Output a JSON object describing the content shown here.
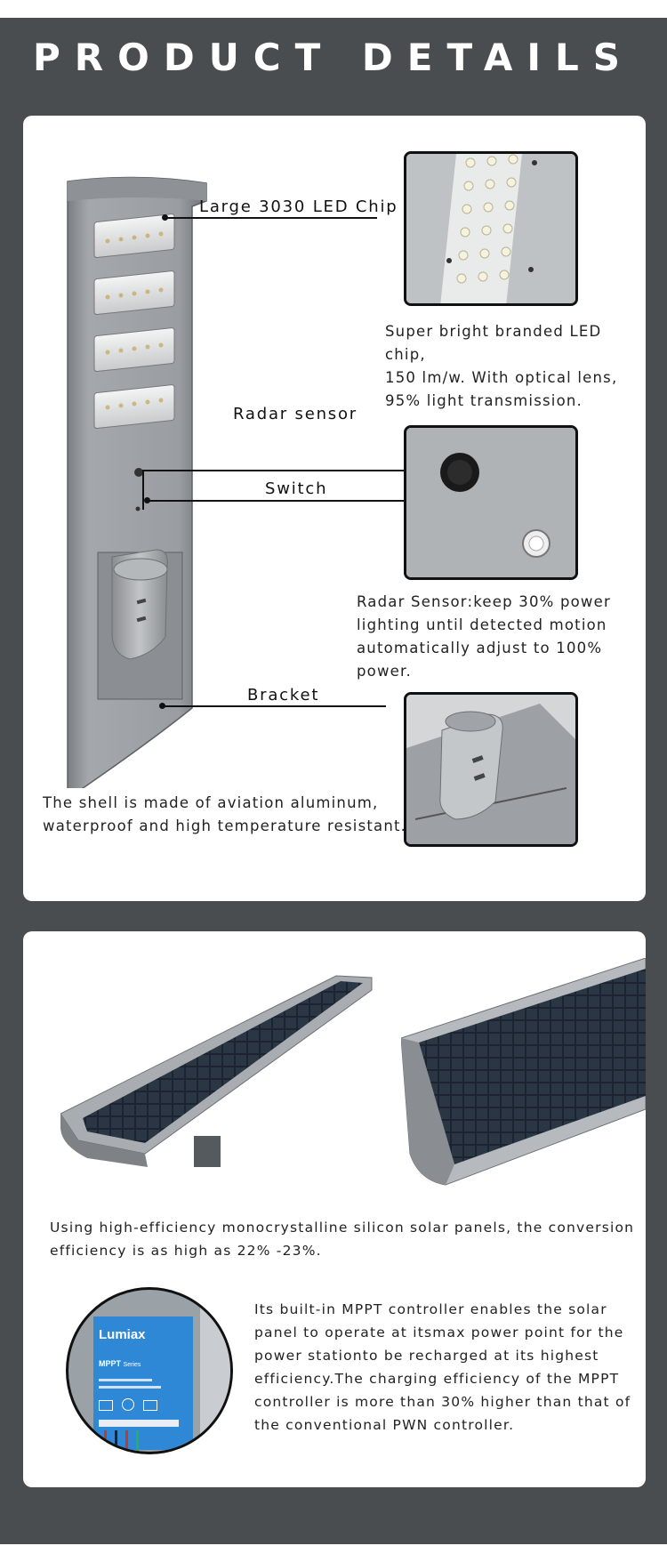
{
  "title": "PRODUCT DETAILS",
  "card1": {
    "labels": {
      "led_chip": "Large 3030 LED Chip",
      "radar": "Radar sensor",
      "switch": "Switch",
      "bracket": "Bracket"
    },
    "descriptions": {
      "led": [
        "Super bright branded LED chip,",
        "150 lm/w. With optical lens,",
        "95% light transmission."
      ],
      "radar": [
        "Radar Sensor:keep 30% power",
        "lighting until detected motion",
        "automatically adjust to 100% power."
      ],
      "shell": [
        "The shell is made of aviation aluminum,",
        "waterproof and high temperature resistant."
      ]
    }
  },
  "card2": {
    "solar_text": [
      "Using high-efficiency monocrystalline silicon solar panels, the conversion",
      "efficiency is as high as 22% -23%."
    ],
    "controller_brand": "Lumiax",
    "controller_model": "MPPT",
    "controller_series": "Series",
    "controller_text": [
      "Its built-in MPPT controller enables the solar",
      "panel to operate at itsmax power point for the",
      "power stationto be recharged at its highest",
      "efficiency.The charging efficiency of the MPPT",
      "controller is more than 30% higher than that of",
      "the conventional PWN controller."
    ]
  },
  "colors": {
    "background": "#4a4d50",
    "card": "#ffffff",
    "text": "#222222",
    "panel": "#1b2430"
  }
}
